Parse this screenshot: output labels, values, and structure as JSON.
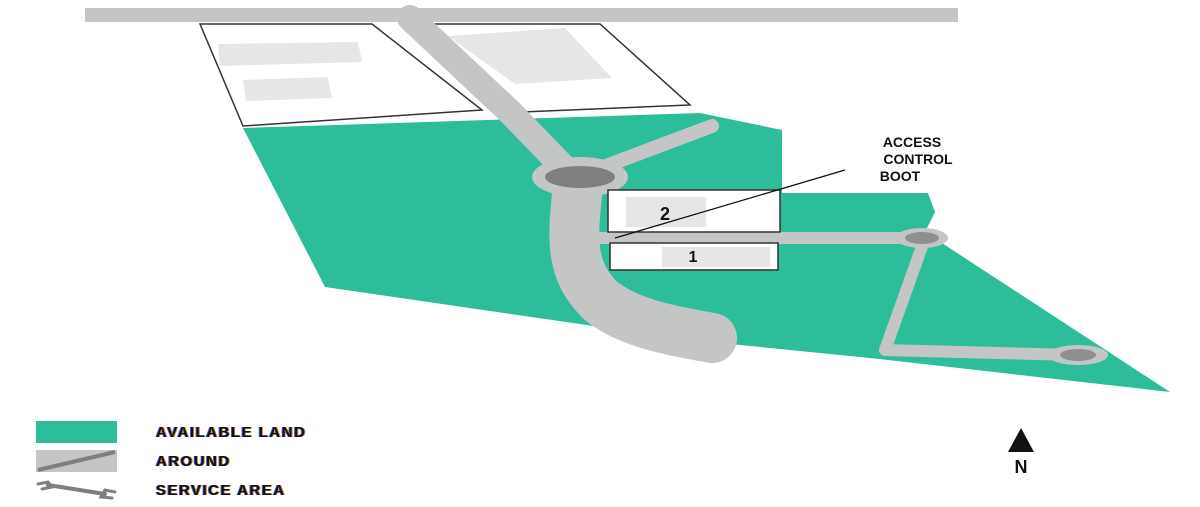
{
  "map": {
    "callout": [
      "ACCESS",
      "CONTROL",
      "BOOT"
    ],
    "buildings": [
      {
        "label": "2"
      },
      {
        "label": "1"
      }
    ],
    "north_label": "N"
  },
  "legend": [
    {
      "label": "AVAILABLE LAND",
      "icon": "green-swatch"
    },
    {
      "label": "AROUND",
      "icon": "road-swatch"
    },
    {
      "label": "SERVICE AREA",
      "icon": "wrench-icon"
    }
  ],
  "colors": {
    "land": "#2dbd9b",
    "road": "#c4c6c6",
    "roundabout": "#8e9090",
    "lot": "#e6e6e6"
  }
}
